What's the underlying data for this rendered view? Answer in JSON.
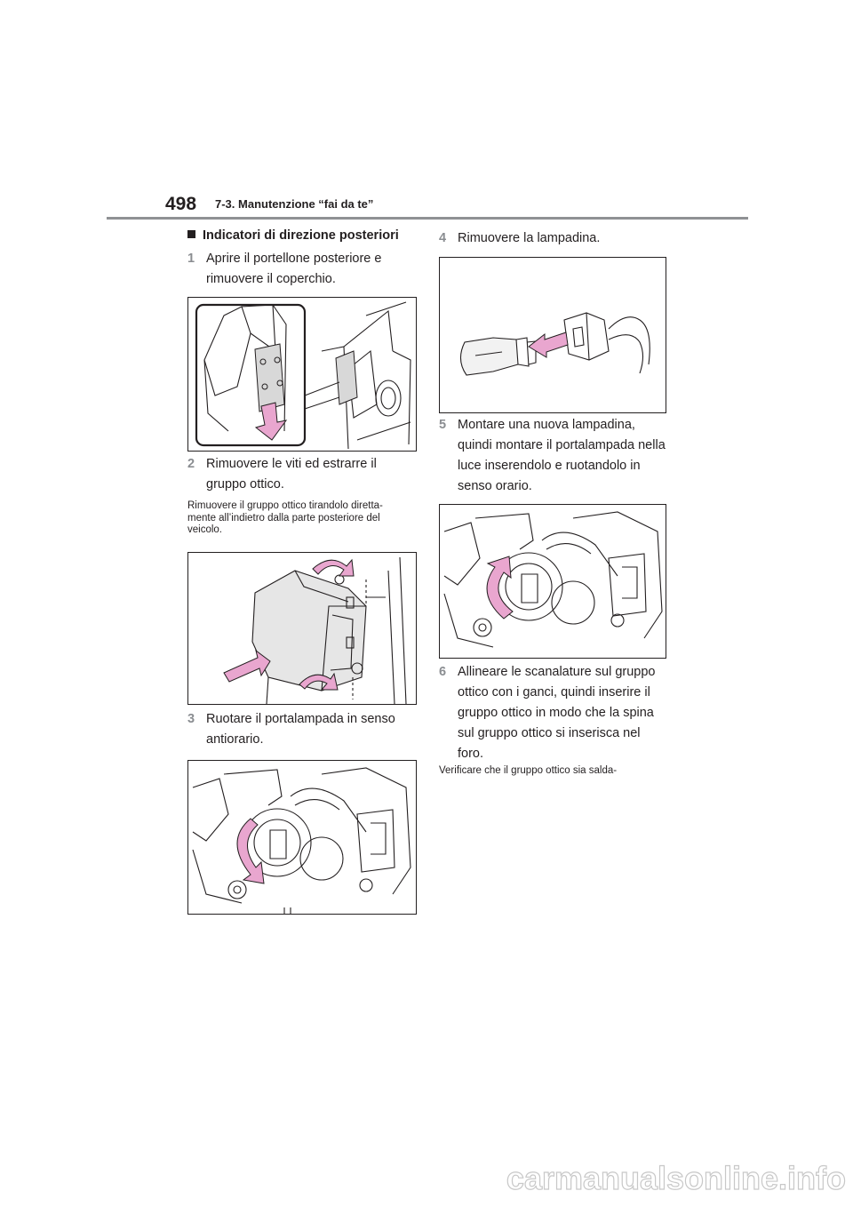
{
  "header": {
    "page_number": "498",
    "section_title": "7-3. Manutenzione “fai da te”"
  },
  "left_column": {
    "heading": "Indicatori di direzione posteriori",
    "step1": {
      "number": "1",
      "text": "Aprire il portellone posteriore e rimuovere il coperchio."
    },
    "step2": {
      "number": "2",
      "text": "Rimuovere le viti ed estrarre il gruppo ottico."
    },
    "note2": "Rimuovere il gruppo ottico tirandolo diretta-mente all’indietro dalla parte posteriore del veicolo.",
    "step3": {
      "number": "3",
      "text": "Ruotare il portalampada in senso antiorario."
    }
  },
  "right_column": {
    "step4": {
      "number": "4",
      "text": "Rimuovere la lampadina."
    },
    "step5": {
      "number": "5",
      "text": "Montare una nuova lampadina, quindi montare il portalampada nella luce inserendolo e ruotandolo in senso orario."
    },
    "step6": {
      "number": "6",
      "text": "Allineare le scanalature sul gruppo ottico con i ganci, quindi inserire il gruppo ottico in modo che la spina sul gruppo ottico si inserisca nel foro."
    },
    "note6": "Verificare che il gruppo ottico sia salda-"
  },
  "watermark": "carmanualsonline.info",
  "colors": {
    "arrow_fill": "#e9a6cf",
    "step_number": "#8a8d91",
    "rule": "#8f9194"
  }
}
